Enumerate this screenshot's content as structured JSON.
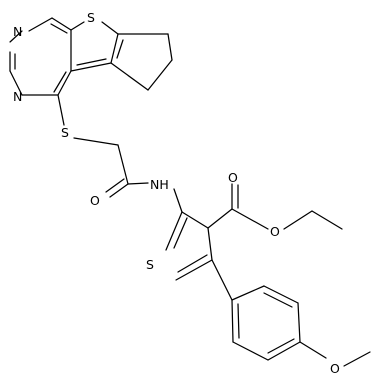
{
  "diagram": {
    "type": "chemical-structure",
    "atom_labels": {
      "n_top": "N",
      "n_left": "N",
      "s_thieno": "S",
      "s_thioether": "S",
      "nh": "NH",
      "o_amide": "O",
      "o_ester_carbonyl": "O",
      "o_ester": "O",
      "s_thiophene": "S",
      "o_methoxy": "O"
    }
  }
}
